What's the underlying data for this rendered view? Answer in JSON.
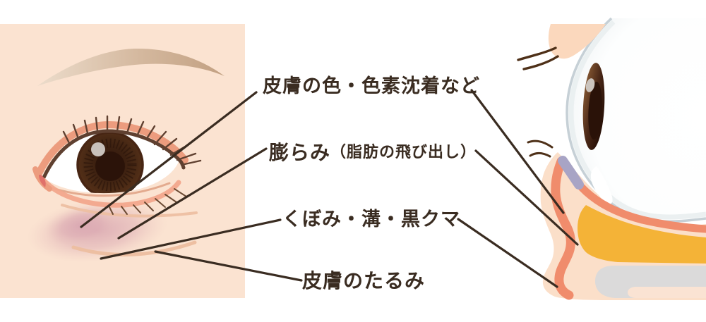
{
  "figure": {
    "left_illustration": "face-front-eye-view",
    "right_illustration": "eye-cross-section-view"
  },
  "labels": [
    {
      "id": "skin-pigmentation",
      "text": "皮膚の色・色素沈着など"
    },
    {
      "id": "bulge-fat",
      "text_main": "膨らみ",
      "text_paren": "（脂肪の飛び出し）"
    },
    {
      "id": "hollow-groove-darkcircle",
      "text": "くぼみ・溝・黒クマ"
    },
    {
      "id": "skin-sagging",
      "text": "皮膚のたるみ"
    }
  ],
  "colors": {
    "ink": "#3a2c21",
    "panel_background": "#fbe3d1",
    "skin": "#fbdfc9",
    "muscle_salmon": "#f08c6c",
    "orbital_fat_orange": "#f4b337",
    "bone_gray": "#dbdada",
    "tarsus_purple": "#a8a4c5",
    "dark_circle_blotch": "#d8a5b1",
    "eyeball_rim": "#c6d0d6",
    "iris_brown": "#3c2010"
  }
}
